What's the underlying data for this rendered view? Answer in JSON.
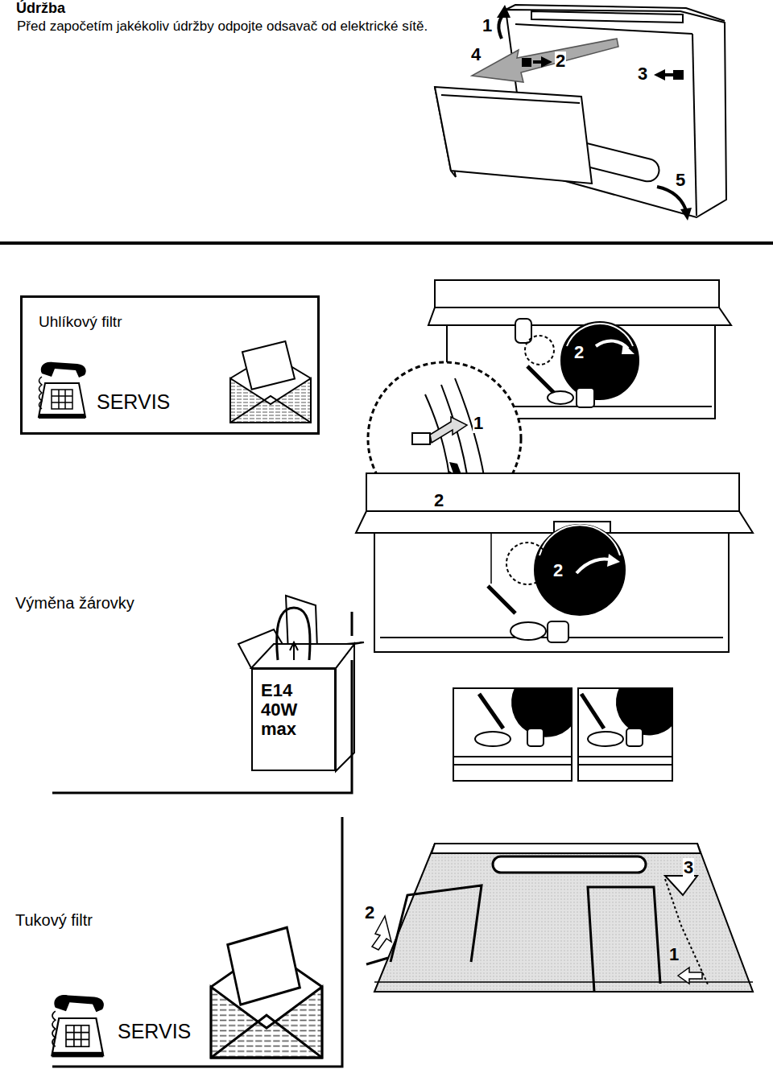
{
  "diagram": {
    "title": "Údržba",
    "nodes": [
      {
        "text": [
          "Uhlíkový filtr",
          "SERVIS"
        ]
      },
      {
        "text": [
          "E14 40W max"
        ]
      }
    ],
    "labels": [
      "Před započetím jakékoliv údržby odpojte odsavač od elektrické sítě.",
      "1",
      "4",
      "2",
      "3",
      "5",
      "2",
      "1",
      "2",
      "2",
      "Výměna žárovky",
      "Tukový filtr",
      "SERVIS",
      "3",
      "2",
      "1"
    ]
  }
}
